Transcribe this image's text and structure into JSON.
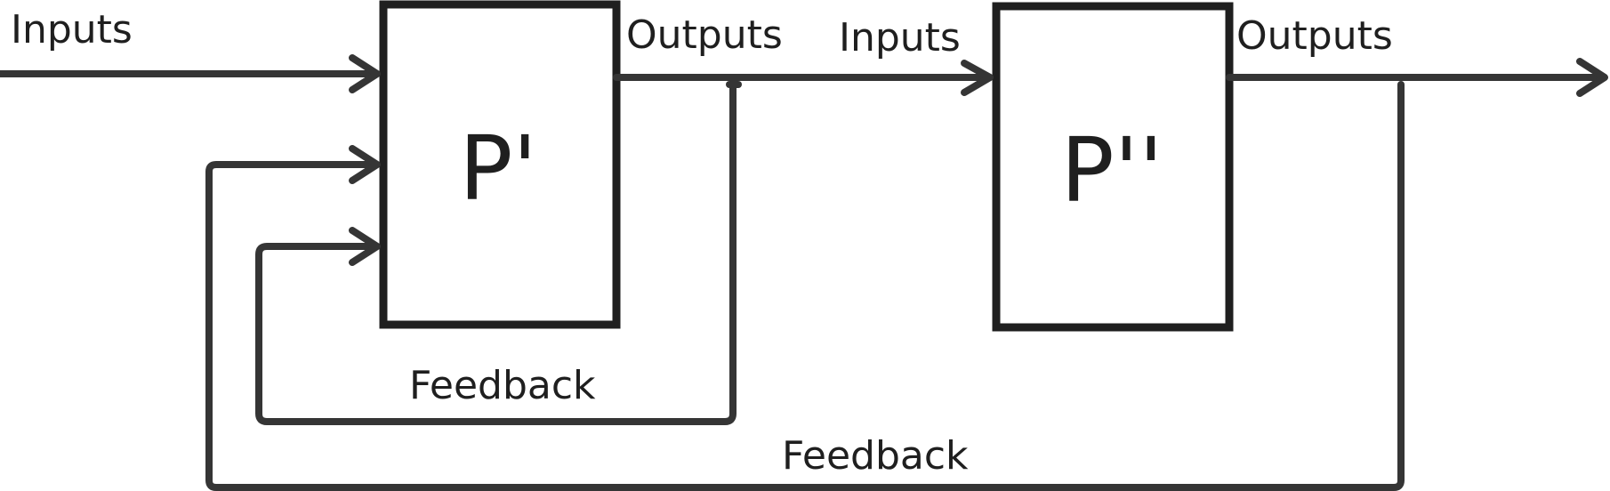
{
  "process_1": {
    "label": "P'"
  },
  "process_2": {
    "label": "P''"
  },
  "labels": {
    "inputs_1": "Inputs",
    "outputs_1": "Outputs",
    "inputs_2": "Inputs",
    "outputs_2": "Outputs",
    "feedback_inner": "Feedback",
    "feedback_outer": "Feedback"
  },
  "colors": {
    "box_stroke": "#1f1f1f",
    "line_stroke": "#353535",
    "text": "#1f1f1f"
  }
}
